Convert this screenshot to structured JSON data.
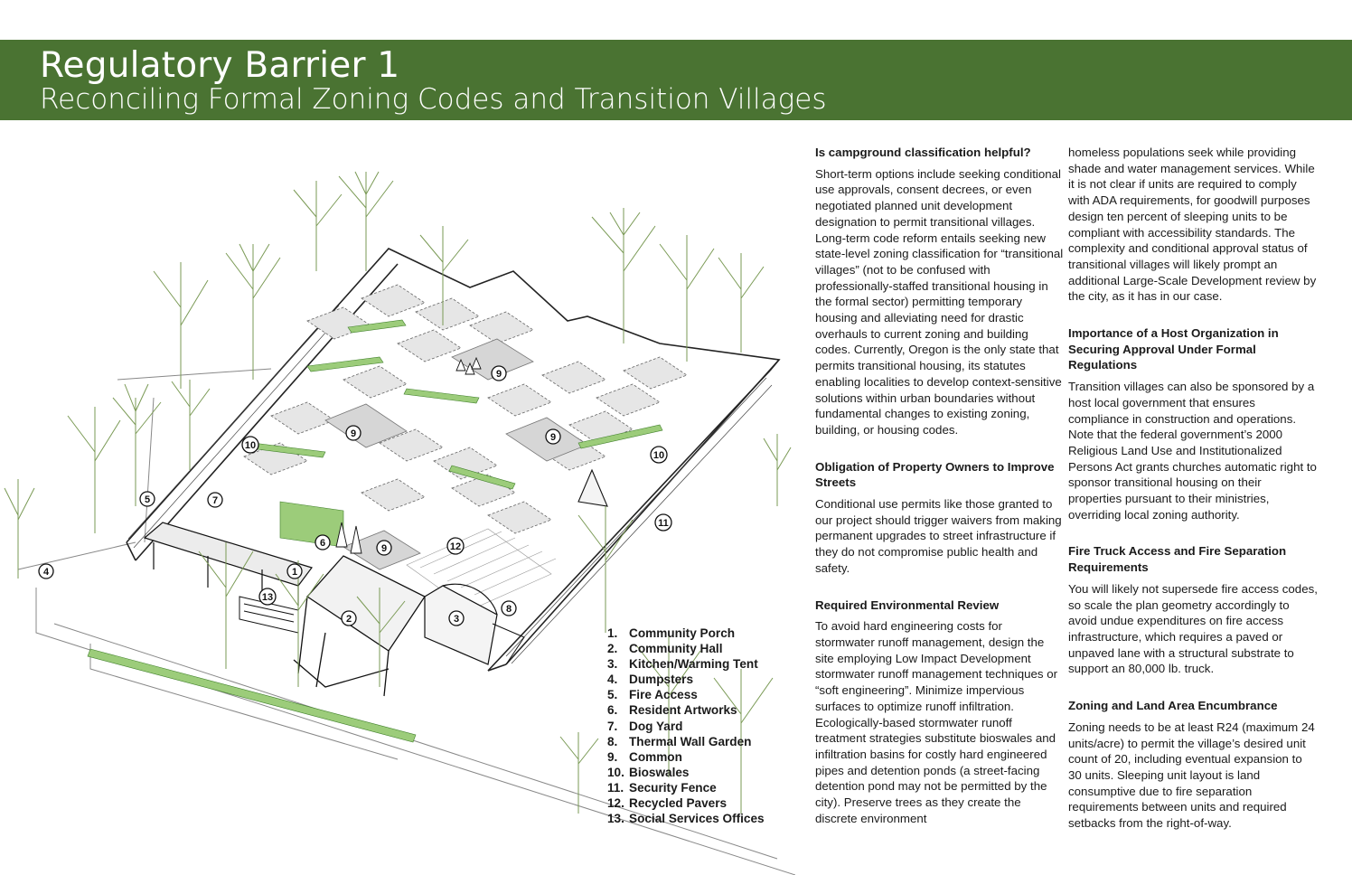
{
  "header": {
    "title": "Regulatory Barrier 1",
    "subtitle": "Reconciling Formal Zoning Codes and Transition Villages"
  },
  "legend": [
    {
      "num": "1.",
      "label": "Community Porch"
    },
    {
      "num": "2.",
      "label": "Community Hall"
    },
    {
      "num": "3.",
      "label": "Kitchen/Warming Tent"
    },
    {
      "num": "4.",
      "label": "Dumpsters"
    },
    {
      "num": "5.",
      "label": "Fire Access"
    },
    {
      "num": "6.",
      "label": "Resident Artworks"
    },
    {
      "num": "7.",
      "label": "Dog Yard"
    },
    {
      "num": "8.",
      "label": "Thermal Wall Garden"
    },
    {
      "num": "9.",
      "label": "Common"
    },
    {
      "num": "10.",
      "label": "Bioswales"
    },
    {
      "num": "11.",
      "label": "Security Fence"
    },
    {
      "num": "12.",
      "label": "Recycled Pavers"
    },
    {
      "num": "13.",
      "label": "Social Services Offices"
    }
  ],
  "map_markers": [
    "1",
    "2",
    "3",
    "4",
    "5",
    "6",
    "7",
    "8",
    "9",
    "9",
    "9",
    "9",
    "10",
    "10",
    "11",
    "12",
    "13"
  ],
  "sections": [
    {
      "heading": "Is campground classification helpful?",
      "body": "Short-term options include seeking conditional use approvals, consent decrees, or even negotiated planned unit development designation to permit transitional villages. Long-term code reform entails seeking new state-level zoning classification for “transitional villages” (not to be confused with professionally-staffed transitional housing in the formal sector) permitting temporary housing and alleviating need for drastic overhauls to current zoning and building codes. Currently, Oregon is the only state that permits transitional housing, its statutes enabling localities to develop context-sensitive solutions within urban boundaries without fundamental changes to existing zoning, building, or housing codes."
    },
    {
      "heading": "Obligation of Property Owners to Improve Streets",
      "body": "Conditional use permits like those granted to our project should trigger waivers from making permanent upgrades to street infrastructure if they do not compromise public health and safety."
    },
    {
      "heading": "Required Environmental Review",
      "body": "To avoid hard engineering costs for stormwater runoff management, design the site employing Low Impact Development stormwater runoff management techniques or “soft engineering”. Minimize impervious surfaces to optimize runoff infiltration. Ecologically-based stormwater runoff treatment strategies substitute bioswales and infiltration basins for costly hard engineered pipes and detention ponds (a street-facing detention pond may not be permitted by the city). Preserve trees as they create the discrete environment"
    },
    {
      "heading": "",
      "body": "homeless populations seek while providing shade and water management services. While it is not clear if units are required to comply with ADA requirements, for goodwill purposes design ten percent of sleeping units to be compliant with accessibility standards. The complexity and conditional approval status of transitional villages will likely prompt an additional Large-Scale Development review by the city, as it has in our case."
    },
    {
      "heading": "Importance of a Host Organization in Securing Approval Under Formal Regulations",
      "body": "Transition villages can also be sponsored by a host local government that ensures compliance in construction and operations. Note that the federal government’s 2000 Religious Land Use and Institutionalized Persons Act grants churches automatic right to sponsor transitional housing on their properties pursuant to their ministries, overriding local zoning authority."
    },
    {
      "heading": "Fire Truck Access and Fire Separation Requirements",
      "body": "You will likely not supersede fire access codes, so scale the plan geometry accordingly to avoid undue expenditures on fire access infrastructure, which requires a paved or unpaved lane with a structural substrate to support an 80,000 lb. truck."
    },
    {
      "heading": "Zoning and Land Area Encumbrance",
      "body": "Zoning needs to be at least R24 (maximum 24 units/acre) to permit the village’s desired unit count of 20, including eventual expansion to 30 units. Sleeping unit layout is land consumptive due to fire separation requirements between units and required setbacks from the right-of-way."
    }
  ],
  "colors": {
    "banner": "#4a7332",
    "banner_text": "#ffffff",
    "tree": "#7a9a55",
    "planting": "#6ab04c"
  }
}
